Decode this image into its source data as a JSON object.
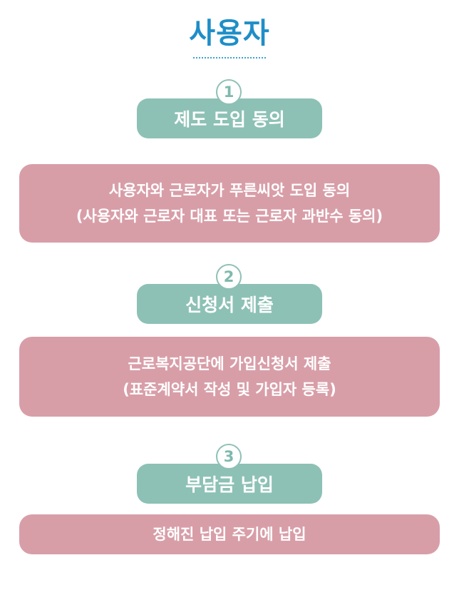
{
  "title": "사용자",
  "steps": [
    {
      "number": "1",
      "label": "제도 도입 동의",
      "desc_lines": [
        "사용자와 근로자가 푸른씨앗 도입 동의",
        "(사용자와 근로자 대표 또는 근로자 과반수 동의)"
      ]
    },
    {
      "number": "2",
      "label": "신청서 제출",
      "desc_lines": [
        "근로복지공단에 가입신청서 제출",
        "(표준계약서 작성 및 가입자 등록)"
      ]
    },
    {
      "number": "3",
      "label": "부담금 납입",
      "desc_lines": [
        "정해진 납입 주기에 납입"
      ]
    }
  ],
  "colors": {
    "title": "#1f8ec7",
    "step_box": "#8dc1b5",
    "desc_box": "#d89ea8",
    "number_circle": "#8fc0b6"
  }
}
